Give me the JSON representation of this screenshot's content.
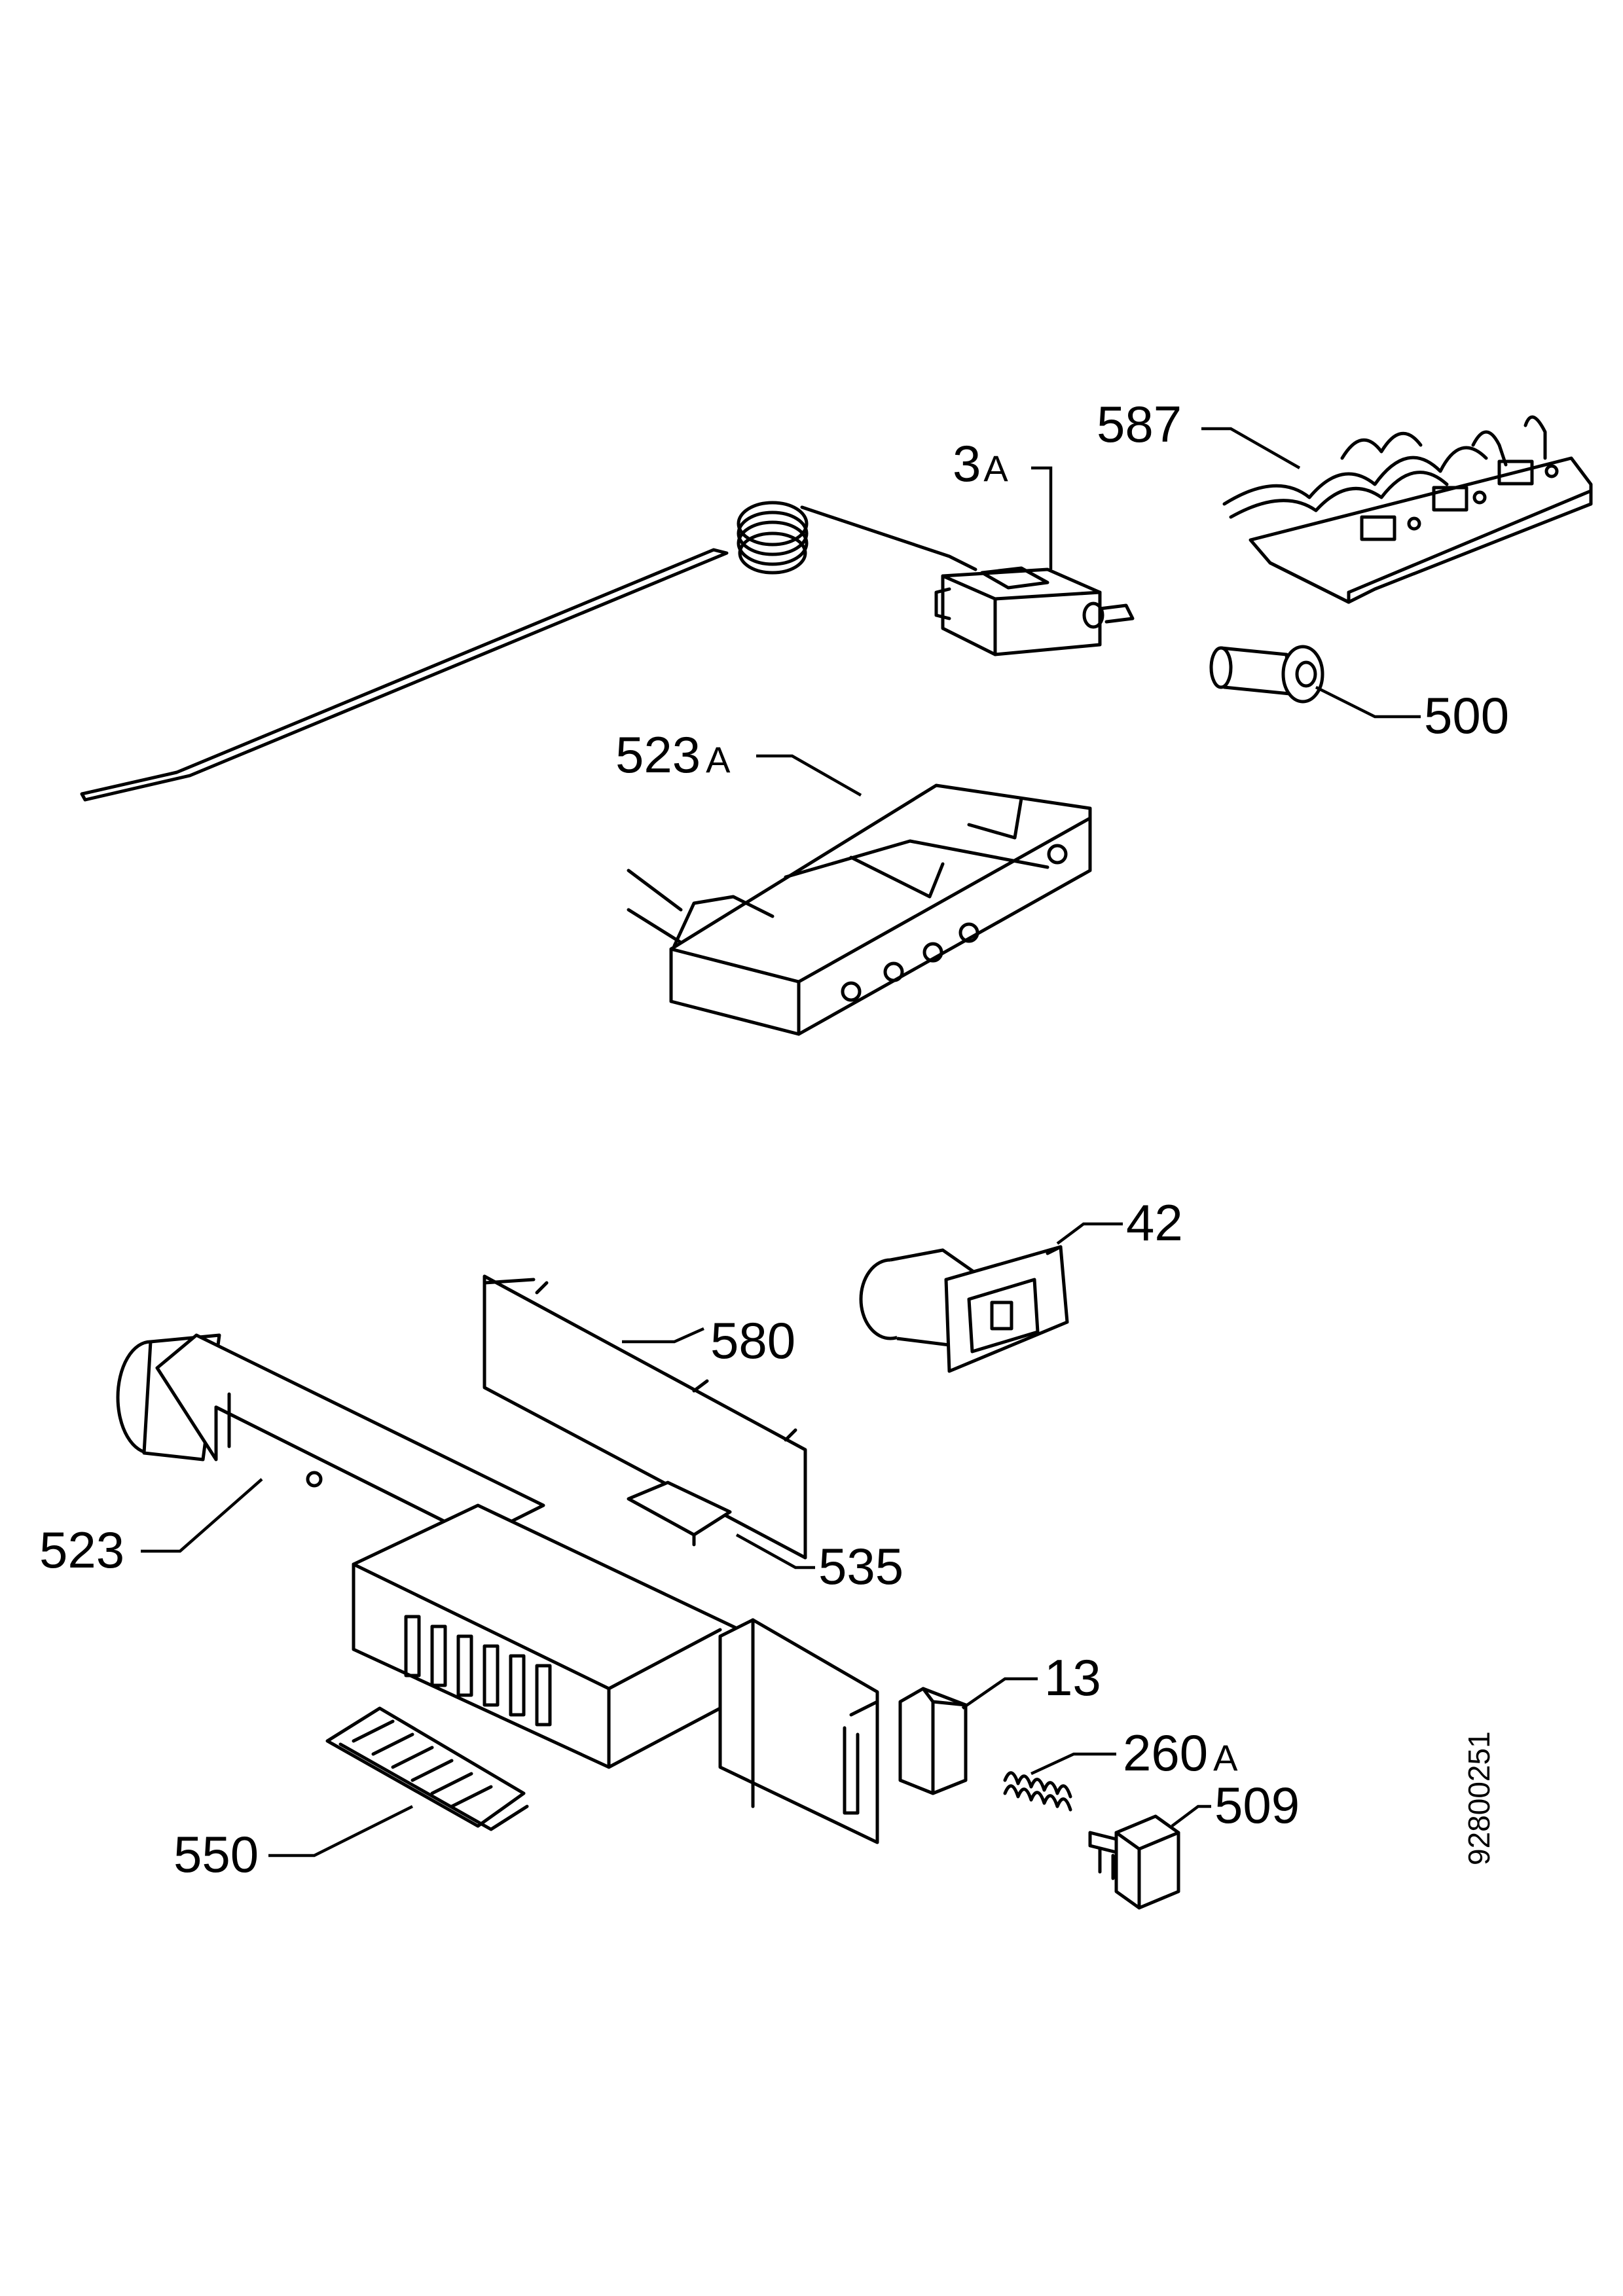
{
  "parts": [
    {
      "id": "3a",
      "number": "3",
      "suffix": "A"
    },
    {
      "id": "587",
      "number": "587",
      "suffix": ""
    },
    {
      "id": "500",
      "number": "500",
      "suffix": ""
    },
    {
      "id": "523a",
      "number": "523",
      "suffix": "A"
    },
    {
      "id": "42",
      "number": "42",
      "suffix": ""
    },
    {
      "id": "580",
      "number": "580",
      "suffix": ""
    },
    {
      "id": "523",
      "number": "523",
      "suffix": ""
    },
    {
      "id": "535",
      "number": "535",
      "suffix": ""
    },
    {
      "id": "13",
      "number": "13",
      "suffix": ""
    },
    {
      "id": "260a",
      "number": "260",
      "suffix": "A"
    },
    {
      "id": "509",
      "number": "509",
      "suffix": ""
    },
    {
      "id": "550",
      "number": "550",
      "suffix": ""
    }
  ],
  "document_number": "92800251"
}
